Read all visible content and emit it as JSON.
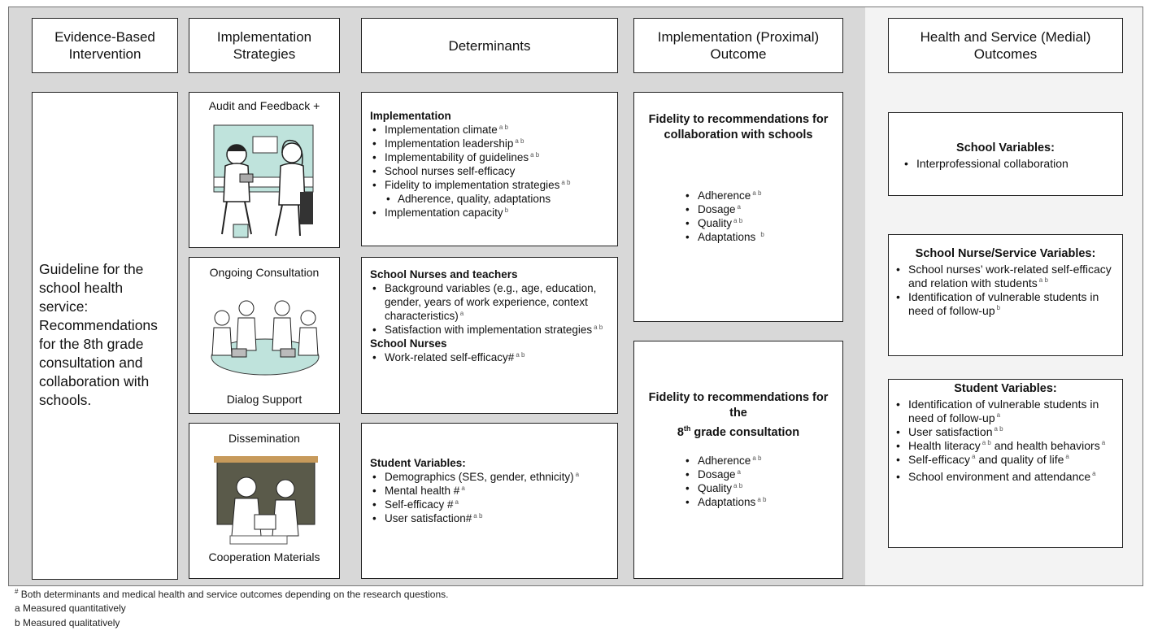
{
  "headers": {
    "ebi": "Evidence-Based Intervention",
    "strategies": "Implementation Strategies",
    "determinants": "Determinants",
    "proximal": "Implementation (Proximal) Outcome",
    "medial": "Health and Service (Medial) Outcomes"
  },
  "ebi_text": "Guideline for the school health service: Recommendations for the 8th grade consultation and collaboration with schools.",
  "strategies": {
    "audit": "Audit and Feedback +",
    "consult": "Ongoing Consultation",
    "dialog": "Dialog Support",
    "dissem": "Dissemination",
    "coop": "Cooperation Materials"
  },
  "determinants": {
    "implementation": {
      "title": "Implementation",
      "items": [
        {
          "text": "Implementation climate",
          "sup": "a b"
        },
        {
          "text": "Implementation leadership",
          "sup": "a b"
        },
        {
          "text": "Implementability of guidelines",
          "sup": "a b"
        },
        {
          "text": "School nurses self-efficacy",
          "sup": ""
        },
        {
          "text": "Fidelity to implementation strategies",
          "sup": "a b"
        },
        {
          "text": "Adherence, quality, adaptations",
          "sup": ""
        },
        {
          "text": "Implementation capacity",
          "sup": "b"
        }
      ]
    },
    "nurses_teachers": {
      "title": "School Nurses and teachers",
      "items": [
        {
          "text": "Background variables (e.g., age, education, gender, years of work experience, context characteristics)",
          "sup": "a"
        },
        {
          "text": "Satisfaction with implementation strategies",
          "sup": "a b"
        }
      ],
      "title2": "School Nurses",
      "items2": [
        {
          "text": "Work-related self-efficacy#",
          "sup": "a b"
        }
      ]
    },
    "students": {
      "title": "Student Variables:",
      "items": [
        {
          "text": "Demographics (SES, gender, ethnicity)",
          "sup": "a"
        },
        {
          "text": "Mental health #",
          "sup": "a"
        },
        {
          "text": "Self-efficacy #",
          "sup": "a"
        },
        {
          "text": "User satisfaction#",
          "sup": "a b"
        }
      ]
    }
  },
  "proximal": {
    "schools": {
      "title": "Fidelity to recommendations for collaboration with schools",
      "items": [
        {
          "text": "Adherence",
          "sup": "a b"
        },
        {
          "text": "Dosage",
          "sup": "a"
        },
        {
          "text": "Quality",
          "sup": "a b"
        },
        {
          "text": "Adaptations",
          "sup": "b"
        }
      ]
    },
    "consultation": {
      "title_a": "Fidelity to recommendations for the",
      "title_ord": "8",
      "title_sup": "th",
      "title_b": " grade consultation",
      "items": [
        {
          "text": "Adherence",
          "sup": "a b"
        },
        {
          "text": "Dosage",
          "sup": "a"
        },
        {
          "text": "Quality",
          "sup": "a b"
        },
        {
          "text": "Adaptations",
          "sup": "a b"
        }
      ]
    }
  },
  "medial": {
    "school": {
      "title": "School Variables:",
      "items": [
        {
          "text": "Interprofessional collaboration",
          "sup": ""
        }
      ]
    },
    "nurse": {
      "title": "School Nurse/Service Variables:",
      "items": [
        {
          "text": "School nurses’ work-related self-efficacy and relation with students",
          "sup": "a b"
        },
        {
          "text": "Identification of vulnerable students in need of follow-up",
          "sup": "b"
        }
      ]
    },
    "student": {
      "title": "Student Variables:",
      "items": [
        {
          "text": "Identification of vulnerable students in need of follow-up",
          "sup": "a"
        },
        {
          "text": "User satisfaction",
          "sup": "a b"
        },
        {
          "text": "Health literacy",
          "sup": "a b",
          "text2": " and health behaviors",
          "sup2": "a"
        },
        {
          "text": "Self-efficacy",
          "sup": "a",
          "text2": " and quality of life",
          "sup2": "a"
        },
        {
          "text": "School environment and attendance",
          "sup": "a"
        }
      ]
    }
  },
  "footnotes": {
    "hash_mark": "#",
    "hash": " Both determinants and medical health and service outcomes depending  on the research questions.",
    "a": "a Measured quantitatively",
    "b": "b Measured qualitatively"
  }
}
